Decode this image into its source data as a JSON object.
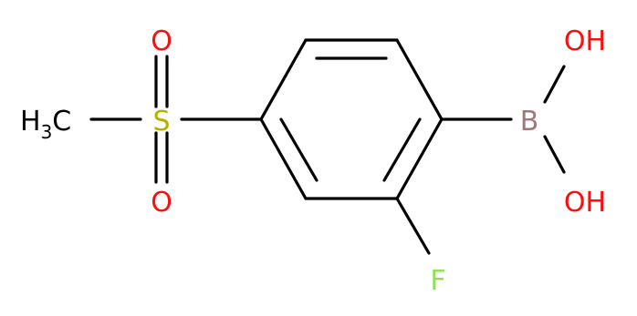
{
  "molecule": {
    "atoms": {
      "methyl": {
        "main": "H",
        "subscript": "3",
        "tail": "C"
      },
      "sulfur": "S",
      "oxygen_top": "O",
      "oxygen_bottom": "O",
      "fluorine": "F",
      "boron": "B",
      "hydroxyl_top": "OH",
      "hydroxyl_bottom": "OH"
    },
    "colors": {
      "bond": "#000000",
      "carbon_hydrogen": "#000000",
      "oxygen": "#ff0d0d",
      "sulfur": "#b2b200",
      "fluorine": "#90e050",
      "boron": "#ffb5b5",
      "boron_label": "#a07878"
    }
  }
}
